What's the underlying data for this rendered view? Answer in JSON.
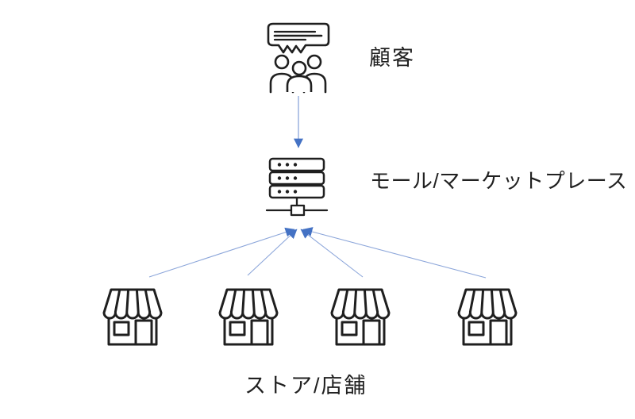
{
  "diagram": {
    "background": "#ffffff",
    "colors": {
      "arrow_line": "#8ca6da",
      "arrow_head": "#4472c4",
      "icon_stroke": "#1f1f1f",
      "text": "#212121"
    },
    "customer": {
      "label": "顧客",
      "icon": "customers-group-speech-bubble"
    },
    "marketplace": {
      "label": "モール/マーケットプレース",
      "icon": "server-stack"
    },
    "stores": {
      "label": "ストア/店舗",
      "icon": "storefront",
      "count": 4
    },
    "edges": [
      {
        "from": "customer",
        "to": "marketplace"
      },
      {
        "from": "store-1",
        "to": "marketplace"
      },
      {
        "from": "store-2",
        "to": "marketplace"
      },
      {
        "from": "store-3",
        "to": "marketplace"
      },
      {
        "from": "store-4",
        "to": "marketplace"
      }
    ]
  }
}
